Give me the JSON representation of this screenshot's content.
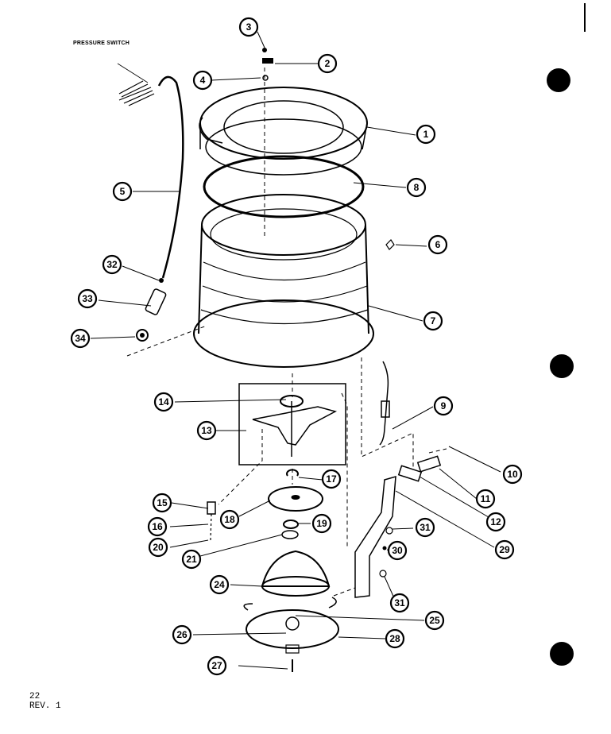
{
  "labels": {
    "pressure_switch": "PRESSURE SWITCH"
  },
  "footer": {
    "page_number": "22",
    "revision": "REV. 1"
  },
  "callouts": [
    "1",
    "2",
    "3",
    "4",
    "5",
    "6",
    "7",
    "8",
    "9",
    "10",
    "11",
    "12",
    "13",
    "14",
    "15",
    "16",
    "17",
    "18",
    "19",
    "20",
    "21",
    "24",
    "25",
    "26",
    "27",
    "28",
    "29",
    "30",
    "31",
    "31",
    "32",
    "33",
    "34"
  ]
}
